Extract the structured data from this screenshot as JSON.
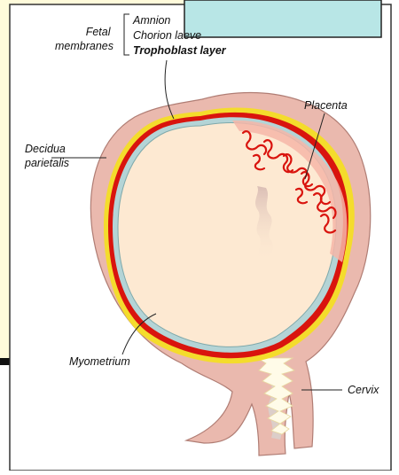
{
  "labels": {
    "fetal_membranes": [
      "Fetal",
      "membranes"
    ],
    "amnion": "Amnion",
    "chorion_laeve": "Chorion laeve",
    "trophoblast_layer": "Trophoblast layer",
    "placenta": "Placenta",
    "decidua_parietalis": [
      "Decidua",
      "parietalis"
    ],
    "myometrium": "Myometrium",
    "cervix": "Cervix"
  },
  "colors": {
    "slide_background": "#fffbdb",
    "top_box_fill": "#b8e6e6",
    "myometrium": "#eab9ae",
    "myometrium_edge": "#b07d74",
    "decidua_yellow": "#f4dc2c",
    "trophoblast_red": "#d9140e",
    "chorion_amnion_blue": "#b4d4d6",
    "amniotic_cavity": "#fde9d2",
    "placenta_villi": "#d9140e",
    "cervix_mucus": "#fffbe8"
  }
}
